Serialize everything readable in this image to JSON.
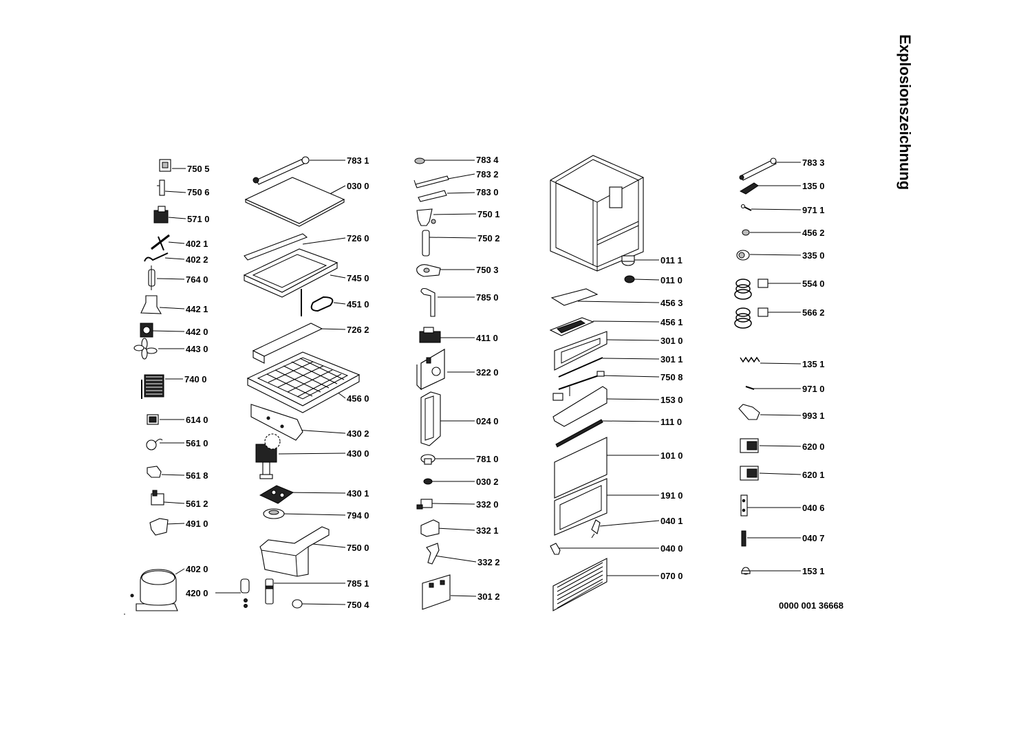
{
  "title": "Explosionszeichnung",
  "document_number": "0000 001 36668",
  "parts": [
    {
      "id": "p7505",
      "label": "750 5"
    },
    {
      "id": "p7506",
      "label": "750 6"
    },
    {
      "id": "p5710",
      "label": "571 0"
    },
    {
      "id": "p4021",
      "label": "402 1"
    },
    {
      "id": "p4022",
      "label": "402 2"
    },
    {
      "id": "p7640",
      "label": "764 0"
    },
    {
      "id": "p4421",
      "label": "442 1"
    },
    {
      "id": "p4420",
      "label": "442 0"
    },
    {
      "id": "p4430",
      "label": "443 0"
    },
    {
      "id": "p7400",
      "label": "740 0"
    },
    {
      "id": "p6140",
      "label": "614 0"
    },
    {
      "id": "p5610",
      "label": "561 0"
    },
    {
      "id": "p5618",
      "label": "561 8"
    },
    {
      "id": "p5612",
      "label": "561 2"
    },
    {
      "id": "p4910",
      "label": "491 0"
    },
    {
      "id": "p4020",
      "label": "402 0"
    },
    {
      "id": "p4200",
      "label": "420 0"
    },
    {
      "id": "p7831",
      "label": "783 1"
    },
    {
      "id": "p0300",
      "label": "030 0"
    },
    {
      "id": "p7260",
      "label": "726 0"
    },
    {
      "id": "p7450",
      "label": "745 0"
    },
    {
      "id": "p4510",
      "label": "451 0"
    },
    {
      "id": "p7262",
      "label": "726 2"
    },
    {
      "id": "p4560",
      "label": "456 0"
    },
    {
      "id": "p4302",
      "label": "430 2"
    },
    {
      "id": "p4300",
      "label": "430 0"
    },
    {
      "id": "p4301",
      "label": "430 1"
    },
    {
      "id": "p7940",
      "label": "794 0"
    },
    {
      "id": "p7500",
      "label": "750 0"
    },
    {
      "id": "p7851",
      "label": "785 1"
    },
    {
      "id": "p7504",
      "label": "750 4"
    },
    {
      "id": "p7834",
      "label": "783 4"
    },
    {
      "id": "p7832",
      "label": "783 2"
    },
    {
      "id": "p7830",
      "label": "783 0"
    },
    {
      "id": "p7501",
      "label": "750 1"
    },
    {
      "id": "p7502",
      "label": "750 2"
    },
    {
      "id": "p7503",
      "label": "750 3"
    },
    {
      "id": "p7850",
      "label": "785 0"
    },
    {
      "id": "p4110",
      "label": "411 0"
    },
    {
      "id": "p3220",
      "label": "322 0"
    },
    {
      "id": "p0240",
      "label": "024 0"
    },
    {
      "id": "p7810",
      "label": "781 0"
    },
    {
      "id": "p0302",
      "label": "030 2"
    },
    {
      "id": "p3320",
      "label": "332 0"
    },
    {
      "id": "p3321",
      "label": "332 1"
    },
    {
      "id": "p3322",
      "label": "332 2"
    },
    {
      "id": "p3012",
      "label": "301 2"
    },
    {
      "id": "p0111",
      "label": "011 1"
    },
    {
      "id": "p0110",
      "label": "011 0"
    },
    {
      "id": "p4563",
      "label": "456 3"
    },
    {
      "id": "p4561",
      "label": "456 1"
    },
    {
      "id": "p3010",
      "label": "301 0"
    },
    {
      "id": "p3011",
      "label": "301 1"
    },
    {
      "id": "p7508",
      "label": "750 8"
    },
    {
      "id": "p1530",
      "label": "153 0"
    },
    {
      "id": "p1110",
      "label": "111 0"
    },
    {
      "id": "p1010",
      "label": "101 0"
    },
    {
      "id": "p1910",
      "label": "191 0"
    },
    {
      "id": "p0401",
      "label": "040 1"
    },
    {
      "id": "p0400",
      "label": "040 0"
    },
    {
      "id": "p0700",
      "label": "070 0"
    },
    {
      "id": "p7833",
      "label": "783 3"
    },
    {
      "id": "p1350",
      "label": "135 0"
    },
    {
      "id": "p9711",
      "label": "971 1"
    },
    {
      "id": "p4562",
      "label": "456 2"
    },
    {
      "id": "p3350",
      "label": "335 0"
    },
    {
      "id": "p5540",
      "label": "554 0"
    },
    {
      "id": "p5662",
      "label": "566 2"
    },
    {
      "id": "p1351",
      "label": "135 1"
    },
    {
      "id": "p9710",
      "label": "971 0"
    },
    {
      "id": "p9931",
      "label": "993 1"
    },
    {
      "id": "p6200",
      "label": "620 0"
    },
    {
      "id": "p6201",
      "label": "620 1"
    },
    {
      "id": "p0406",
      "label": "040 6"
    },
    {
      "id": "p0407",
      "label": "040 7"
    },
    {
      "id": "p1531",
      "label": "153 1"
    }
  ]
}
